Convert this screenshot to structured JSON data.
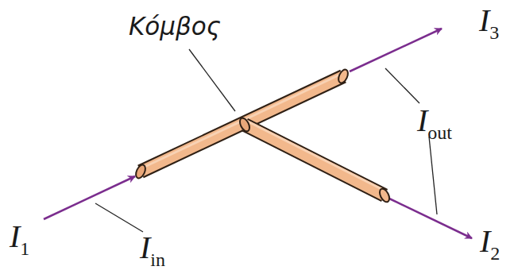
{
  "diagram": {
    "labels": [
      "Κόμβος",
      "I3",
      "Iout",
      "I1",
      "Iin",
      "I2"
    ]
  }
}
